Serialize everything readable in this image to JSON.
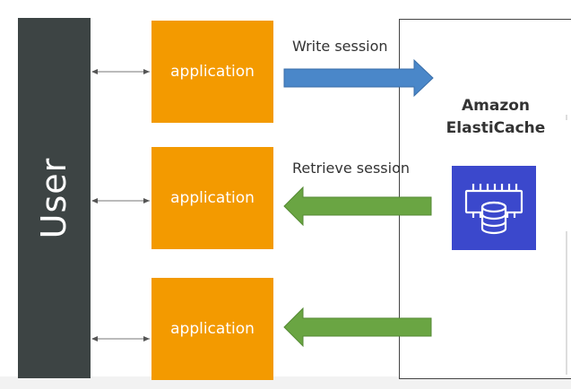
{
  "user": {
    "label": "User"
  },
  "applications": [
    {
      "label": "application"
    },
    {
      "label": "application"
    },
    {
      "label": "application"
    }
  ],
  "cache": {
    "title_line1": "Amazon",
    "title_line2": "ElastiCache",
    "icon": "elasticache-memory-database-icon"
  },
  "flows": {
    "write_label": "Write session",
    "retrieve_label": "Retrieve session"
  },
  "colors": {
    "user_bar": "#3d4444",
    "application": "#f39a00",
    "write_arrow": "#4a87c9",
    "retrieve_arrow": "#6aa543",
    "cache_icon_bg": "#3b48cc"
  }
}
